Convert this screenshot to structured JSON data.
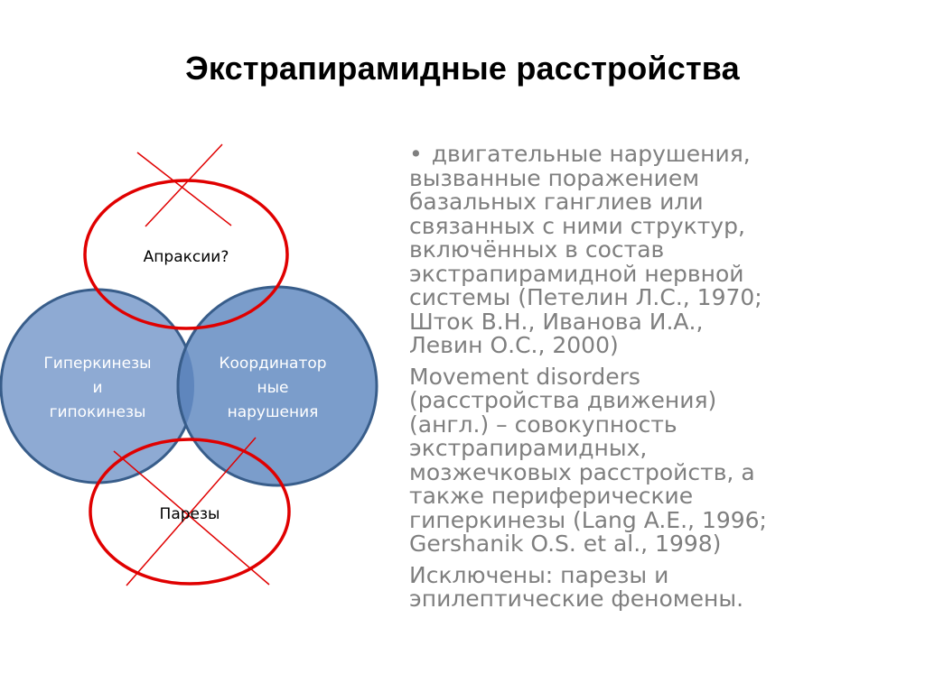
{
  "slide": {
    "title": "Экстрапирамидные расстройства"
  },
  "diagram": {
    "circles": [
      {
        "id": "hyperkinesis",
        "lines": [
          "Гиперкинезы",
          "и",
          "гипокинезы"
        ],
        "fill": "#8eaad3",
        "stroke": "#385d8a"
      },
      {
        "id": "coordination",
        "lines": [
          "Координатор",
          "ные",
          "нарушения"
        ],
        "fill": "#7b9dcb",
        "stroke": "#385d8a"
      },
      {
        "id": "apraxia",
        "label": "Апраксии?",
        "stroke": "#e00000",
        "crossed_out": true
      },
      {
        "id": "paresis",
        "label": "Парезы",
        "stroke": "#e00000",
        "crossed_out": true
      }
    ],
    "overlap_fill": "#5f86bd"
  },
  "body": {
    "bullet": "•",
    "paragraphs": [
      "двигательные нарушения,\nвызванные поражением\nбазальных ганглиев или\nсвязанных с ними структур,\nвключённых в состав\nэкстрапирамидной нервной\nсистемы (Петелин Л.С., 1970;\nШток В.Н., Иванова И.А.,\nЛевин О.С., 2000)",
      "Movement disorders\n(расстройства движения)\n(англ.) – совокупность\nэкстрапирамидных,\nмозжечковых расстройств, а\nтакже периферические\nгиперкинезы (Lang A.E., 1996;\nGershanik O.S. et al., 1998)",
      "Исключены: парезы и\nэпилептические феномены."
    ],
    "text_color": "#7f7f7f"
  }
}
